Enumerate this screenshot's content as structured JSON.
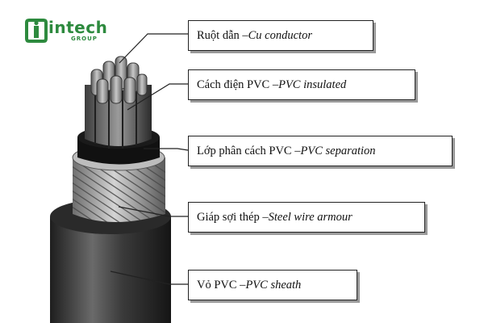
{
  "logo": {
    "word": "intech",
    "sub": "GROUP",
    "color": "#2d8a3e"
  },
  "layers": [
    {
      "vi": "Ruột dẫn – ",
      "en": "Cu conductor"
    },
    {
      "vi": "Cách điện PVC – ",
      "en": "PVC insulated"
    },
    {
      "vi": "Lớp phân cách PVC – ",
      "en": "PVC separation"
    },
    {
      "vi": "Giáp sợi thép – ",
      "en": "Steel wire armour"
    },
    {
      "vi": "Vỏ PVC – ",
      "en": "PVC sheath"
    }
  ]
}
